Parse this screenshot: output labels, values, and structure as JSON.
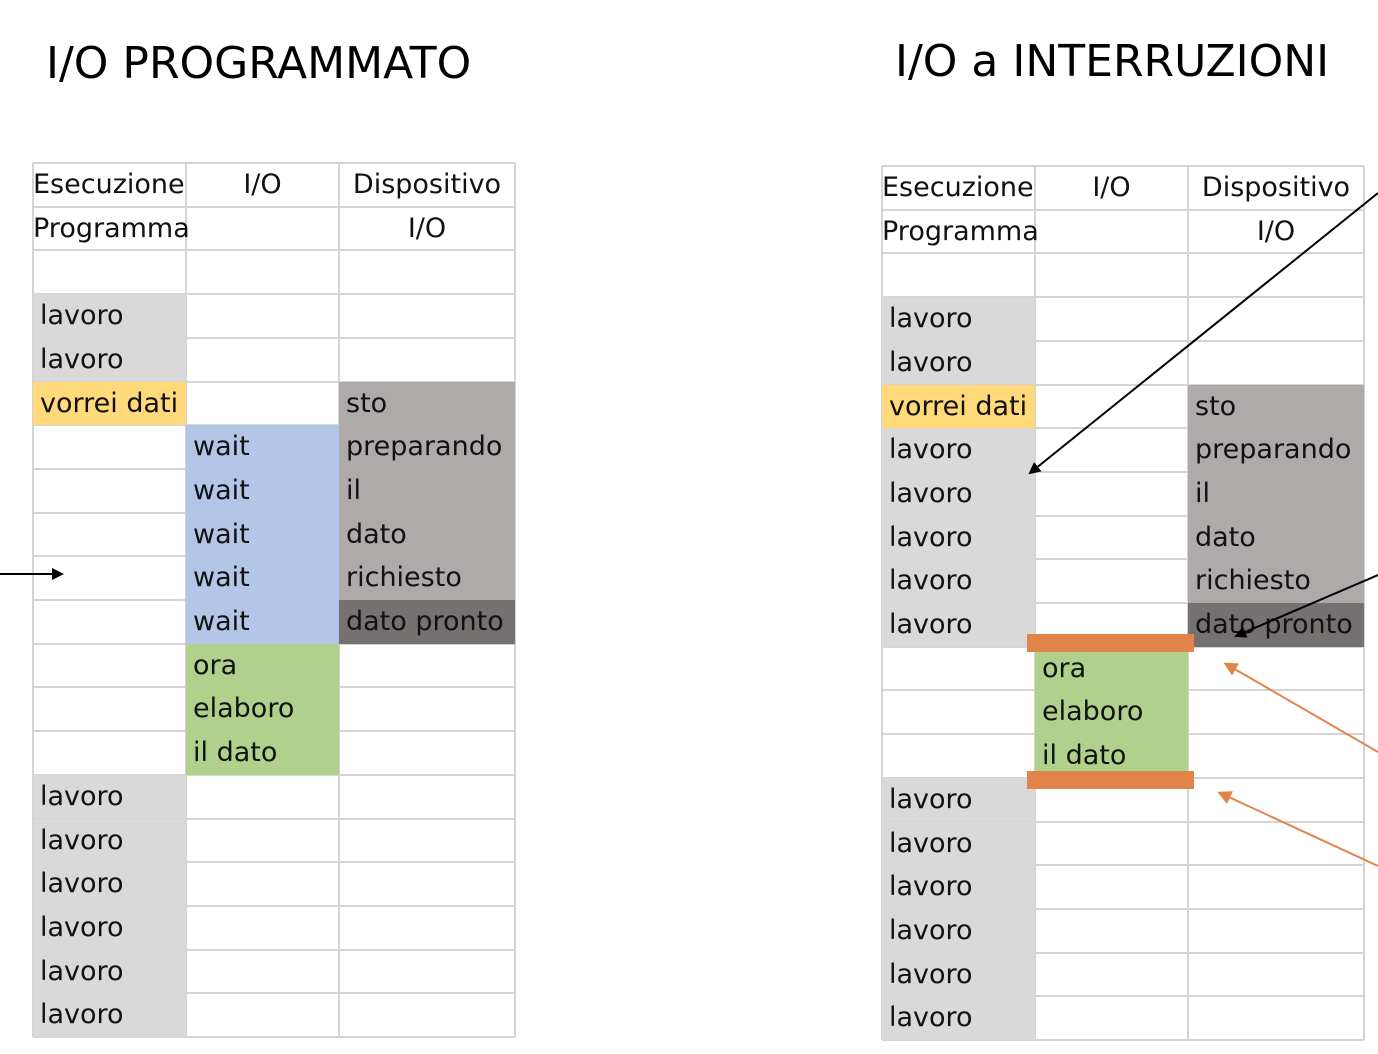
{
  "left": {
    "title": "I/O PROGRAMMATO",
    "headers": {
      "col1_line1": "Esecuzione",
      "col1_line2": "Programma",
      "col2": "I/O",
      "col3_line1": "Dispositivo",
      "col3_line2": "I/O"
    },
    "rows": [
      {
        "c1": "",
        "c1bg": "",
        "c2": "",
        "c2bg": "",
        "c3": "",
        "c3bg": ""
      },
      {
        "c1": "lavoro",
        "c1bg": "gray",
        "c2": "",
        "c2bg": "",
        "c3": "",
        "c3bg": ""
      },
      {
        "c1": "lavoro",
        "c1bg": "gray",
        "c2": "",
        "c2bg": "",
        "c3": "",
        "c3bg": ""
      },
      {
        "c1": "vorrei dati",
        "c1bg": "yellow",
        "c2": "",
        "c2bg": "",
        "c3": "sto",
        "c3bg": "device"
      },
      {
        "c1": "",
        "c1bg": "",
        "c2": "wait",
        "c2bg": "blue",
        "c3": "preparando",
        "c3bg": "device"
      },
      {
        "c1": "",
        "c1bg": "",
        "c2": "wait",
        "c2bg": "blue",
        "c3": "il",
        "c3bg": "device"
      },
      {
        "c1": "",
        "c1bg": "",
        "c2": "wait",
        "c2bg": "blue",
        "c3": "dato",
        "c3bg": "device"
      },
      {
        "c1": "",
        "c1bg": "",
        "c2": "wait",
        "c2bg": "blue",
        "c3": "richiesto",
        "c3bg": "device"
      },
      {
        "c1": "",
        "c1bg": "",
        "c2": "wait",
        "c2bg": "blue",
        "c3": "dato pronto",
        "c3bg": "ready"
      },
      {
        "c1": "",
        "c1bg": "",
        "c2": "ora",
        "c2bg": "green",
        "c3": "",
        "c3bg": ""
      },
      {
        "c1": "",
        "c1bg": "",
        "c2": "elaboro",
        "c2bg": "green",
        "c3": "",
        "c3bg": ""
      },
      {
        "c1": "",
        "c1bg": "",
        "c2": "il dato",
        "c2bg": "green",
        "c3": "",
        "c3bg": ""
      },
      {
        "c1": "lavoro",
        "c1bg": "gray",
        "c2": "",
        "c2bg": "",
        "c3": "",
        "c3bg": ""
      },
      {
        "c1": "lavoro",
        "c1bg": "gray",
        "c2": "",
        "c2bg": "",
        "c3": "",
        "c3bg": ""
      },
      {
        "c1": "lavoro",
        "c1bg": "gray",
        "c2": "",
        "c2bg": "",
        "c3": "",
        "c3bg": ""
      },
      {
        "c1": "lavoro",
        "c1bg": "gray",
        "c2": "",
        "c2bg": "",
        "c3": "",
        "c3bg": ""
      },
      {
        "c1": "lavoro",
        "c1bg": "gray",
        "c2": "",
        "c2bg": "",
        "c3": "",
        "c3bg": ""
      },
      {
        "c1": "lavoro",
        "c1bg": "gray",
        "c2": "",
        "c2bg": "",
        "c3": "",
        "c3bg": ""
      }
    ]
  },
  "right": {
    "title": "I/O a INTERRUZIONI",
    "headers": {
      "col1_line1": "Esecuzione",
      "col1_line2": "Programma",
      "col2": "I/O",
      "col3_line1": "Dispositivo",
      "col3_line2": "I/O"
    },
    "rows": [
      {
        "c1": "",
        "c1bg": "",
        "c2": "",
        "c2bg": "",
        "c3": "",
        "c3bg": ""
      },
      {
        "c1": "lavoro",
        "c1bg": "gray",
        "c2": "",
        "c2bg": "",
        "c3": "",
        "c3bg": ""
      },
      {
        "c1": "lavoro",
        "c1bg": "gray",
        "c2": "",
        "c2bg": "",
        "c3": "",
        "c3bg": ""
      },
      {
        "c1": "vorrei dati",
        "c1bg": "yellow",
        "c2": "",
        "c2bg": "",
        "c3": "sto",
        "c3bg": "device"
      },
      {
        "c1": "lavoro",
        "c1bg": "gray",
        "c2": "",
        "c2bg": "",
        "c3": "preparando",
        "c3bg": "device"
      },
      {
        "c1": "lavoro",
        "c1bg": "gray",
        "c2": "",
        "c2bg": "",
        "c3": "il",
        "c3bg": "device"
      },
      {
        "c1": "lavoro",
        "c1bg": "gray",
        "c2": "",
        "c2bg": "",
        "c3": "dato",
        "c3bg": "device"
      },
      {
        "c1": "lavoro",
        "c1bg": "gray",
        "c2": "",
        "c2bg": "",
        "c3": "richiesto",
        "c3bg": "device"
      },
      {
        "c1": "lavoro",
        "c1bg": "gray",
        "c2": "",
        "c2bg": "",
        "c3": "dato pronto",
        "c3bg": "ready"
      },
      {
        "c1": "",
        "c1bg": "",
        "c2": "ora",
        "c2bg": "green",
        "c3": "",
        "c3bg": ""
      },
      {
        "c1": "",
        "c1bg": "",
        "c2": "elaboro",
        "c2bg": "green",
        "c3": "",
        "c3bg": ""
      },
      {
        "c1": "",
        "c1bg": "",
        "c2": "il dato",
        "c2bg": "green",
        "c3": "",
        "c3bg": ""
      },
      {
        "c1": "lavoro",
        "c1bg": "gray",
        "c2": "",
        "c2bg": "",
        "c3": "",
        "c3bg": ""
      },
      {
        "c1": "lavoro",
        "c1bg": "gray",
        "c2": "",
        "c2bg": "",
        "c3": "",
        "c3bg": ""
      },
      {
        "c1": "lavoro",
        "c1bg": "gray",
        "c2": "",
        "c2bg": "",
        "c3": "",
        "c3bg": ""
      },
      {
        "c1": "lavoro",
        "c1bg": "gray",
        "c2": "",
        "c2bg": "",
        "c3": "",
        "c3bg": ""
      },
      {
        "c1": "lavoro",
        "c1bg": "gray",
        "c2": "",
        "c2bg": "",
        "c3": "",
        "c3bg": ""
      },
      {
        "c1": "lavoro",
        "c1bg": "gray",
        "c2": "",
        "c2bg": "",
        "c3": "",
        "c3bg": ""
      }
    ]
  },
  "colors": {
    "work": "#d9d9d9",
    "request": "#ffd97a",
    "wait": "#b4c6e7",
    "process": "#b0d18c",
    "device_busy": "#aeaaaa",
    "device_ready": "#767171",
    "interrupt_bar": "#e0844a",
    "arrow_black": "#000000",
    "arrow_orange": "#e0844a"
  }
}
